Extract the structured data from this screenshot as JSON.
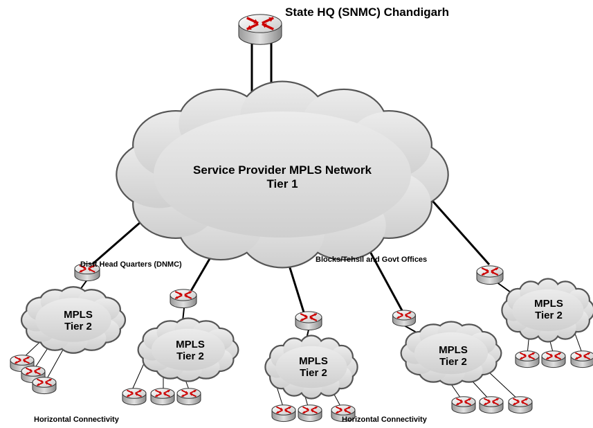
{
  "labels": {
    "state_hq": "State HQ (SNMC) Chandigarh",
    "core_cloud_line1": "Service Provider MPLS Network",
    "core_cloud_line2": "Tier 1",
    "district_hq": "Distt Head Quarters (DNMC)",
    "blocks": "Blocks/Tehsil and Govt Offices",
    "horizontal_left": "Horizontal Connectivity",
    "horizontal_right": "Horizontal Connectivity"
  },
  "tier2_clouds": [
    {
      "line1": "MPLS",
      "line2": "Tier 2"
    },
    {
      "line1": "MPLS",
      "line2": "Tier 2"
    },
    {
      "line1": "MPLS",
      "line2": "Tier 2"
    },
    {
      "line1": "MPLS",
      "line2": "Tier 2"
    },
    {
      "line1": "MPLS",
      "line2": "Tier 2"
    }
  ],
  "colors": {
    "cloud_fill": "#dcdcdc",
    "router_body": "#d9d9d9",
    "router_arrows": "#cc0000",
    "links": "#000000"
  }
}
